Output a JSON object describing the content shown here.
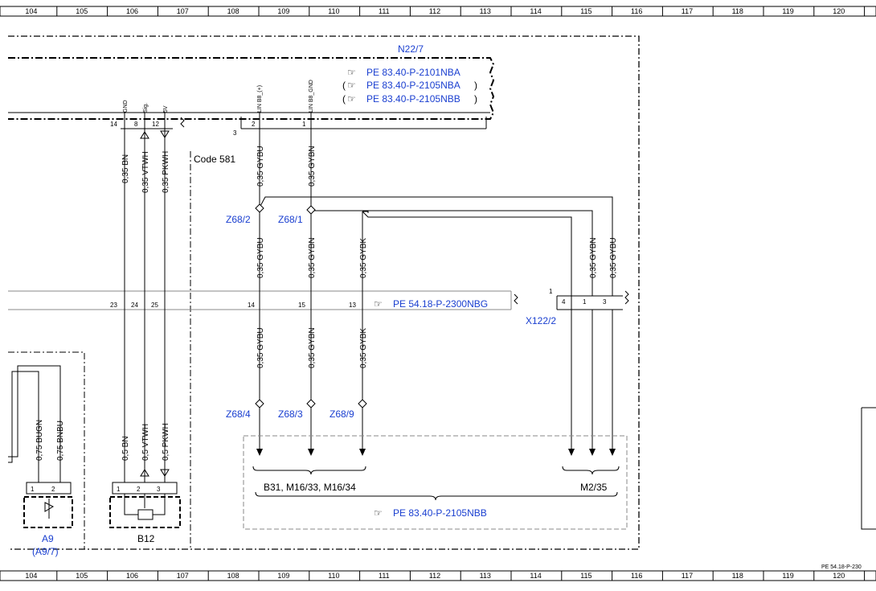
{
  "ruler": {
    "columns": [
      "104",
      "105",
      "106",
      "107",
      "108",
      "109",
      "110",
      "111",
      "112",
      "113",
      "114",
      "115",
      "116",
      "117",
      "118",
      "119",
      "120"
    ],
    "footer_ref": "PE 54.18-P-230"
  },
  "components": {
    "module_n22": "N22/7",
    "code_581": "Code 581",
    "connector_x122": "X122/2",
    "a9": "A9",
    "a9_alt": "(A9/7)",
    "b12": "B12",
    "consumers_left": "B31,  M16/33,  M16/34",
    "consumers_right": "M2/35"
  },
  "references": {
    "ref1": "PE 83.40-P-2101NBA",
    "ref2": "PE 83.40-P-2105NBA",
    "ref3": "PE 83.40-P-2105NBB",
    "ref_can": "PE 54.18-P-2300NBG",
    "ref_bottom": "PE 83.40-P-2105NBB"
  },
  "pin_names": {
    "gnd": "GND",
    "sig": "Sig.",
    "v5": "5V",
    "lin_plus": "LIN B8_(+)",
    "lin_gnd": "LIN B8_GND"
  },
  "pins": {
    "p14": "14",
    "p8": "8",
    "p12": "12",
    "p2": "2",
    "p1": "1",
    "p3": "3",
    "p23": "23",
    "p24": "24",
    "p25": "25",
    "p14b": "14",
    "p15": "15",
    "p13": "13",
    "x1": "1",
    "x4": "4",
    "x1b": "1",
    "x3": "3",
    "a1": "1",
    "a2": "2",
    "b1": "1",
    "b2": "2",
    "b3": "3"
  },
  "wires": {
    "bn": "0,35 BN",
    "vtwh": "0,35 VTWH",
    "pkwh": "0,35 PKWH",
    "gybu1": "0,35 GYBU",
    "gybn1": "0,35 GYBN",
    "gybu2": "0,35 GYBU",
    "gybn2": "0,35 GYBN",
    "gybk1": "0,35 GYBK",
    "gybu3": "0,35 GYBU",
    "gybn3": "0,35 GYBN",
    "gybk2": "0,35 GYBK",
    "r_gybn": "0,35 GYBN",
    "r_gybu": "0,35 GYBU",
    "bugn": "0,75 BUGN",
    "bnbu": "0,75 BNBU",
    "bn05": "0,5 BN",
    "vtwh05": "0,5 VTWH",
    "pkwh05": "0,5 PKWH"
  },
  "splices": {
    "z68_2": "Z68/2",
    "z68_1": "Z68/1",
    "z68_4": "Z68/4",
    "z68_3": "Z68/3",
    "z68_9": "Z68/9"
  },
  "icons": {
    "reference": "pointing-hand-icon",
    "splice": "splice-diamond-icon"
  },
  "colors": {
    "link_blue": "#1a3fd0",
    "line": "#000000",
    "gray": "#808080"
  }
}
